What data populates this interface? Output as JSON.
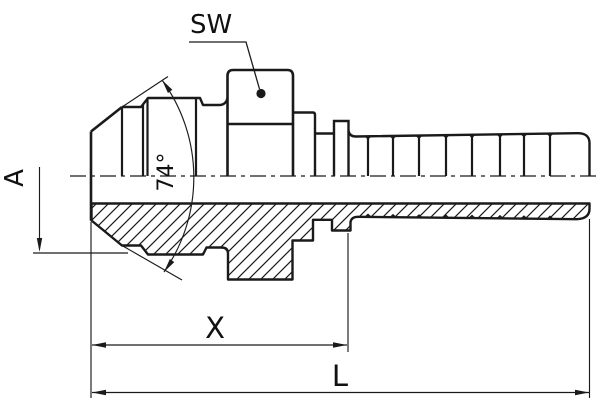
{
  "drawing": {
    "description": "Technical section drawing of a hydraulic hose fitting (JIC male cone with hex nut and hose barb)",
    "labels": {
      "wrench_size": "SW",
      "cone_angle": "74°",
      "thread_dimension": "A",
      "cutoff_dimension": "X",
      "overall_length_dimension": "L"
    },
    "colors": {
      "line": "#1a1a1a",
      "background": "#ffffff"
    }
  }
}
